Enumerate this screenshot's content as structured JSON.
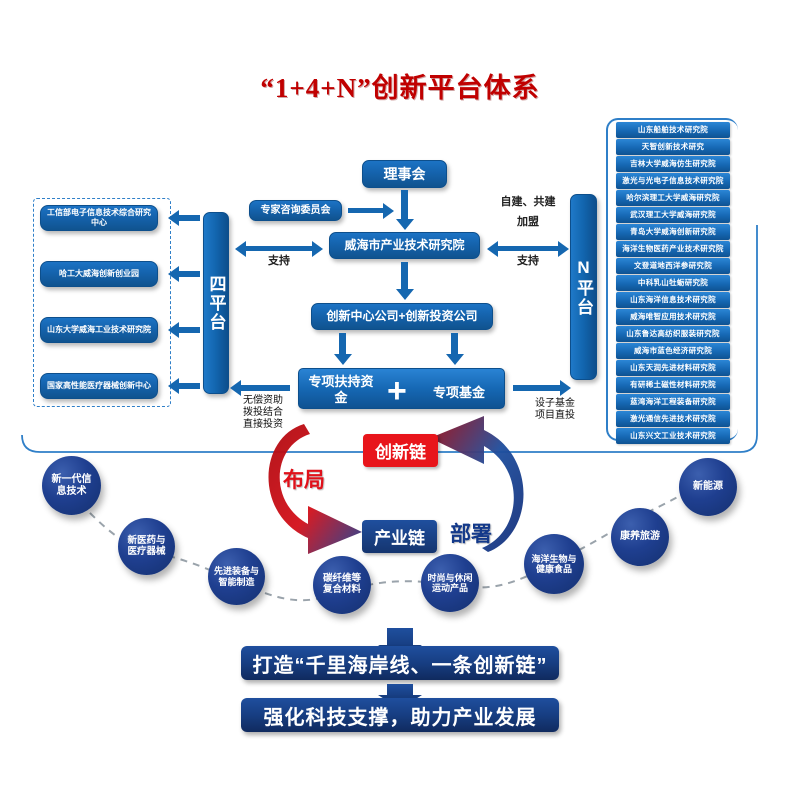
{
  "title": "“1+4+N”创新平台体系",
  "four_platform": {
    "label": "四平台",
    "items": [
      {
        "label": "工信部电子信息技术综合研究中心"
      },
      {
        "label": "哈工大威海创新创业园"
      },
      {
        "label": "山东大学威海工业技术研究院"
      },
      {
        "label": "国家高性能医疗器械创新中心"
      }
    ]
  },
  "n_platform": {
    "label": "N平台",
    "items": [
      {
        "label": "山东船舶技术研究院"
      },
      {
        "label": "天智创新技术研究"
      },
      {
        "label": "吉林大学威海仿生研究院"
      },
      {
        "label": "激光与光电子信息技术研究院"
      },
      {
        "label": "哈尔滨理工大学威海研究院"
      },
      {
        "label": "武汉理工大学威海研究院"
      },
      {
        "label": "青岛大学威海创新研究院"
      },
      {
        "label": "海洋生物医药产业技术研究院"
      },
      {
        "label": "文登道地西洋参研究院"
      },
      {
        "label": "中科乳山牡蛎研究院"
      },
      {
        "label": "山东海洋信息技术研究院"
      },
      {
        "label": "威海唯智应用技术研究院"
      },
      {
        "label": "山东鲁达高纺织服装研究院"
      },
      {
        "label": "威海市蓝色经济研究院"
      },
      {
        "label": "山东天润先进材料研究院"
      },
      {
        "label": "有研稀土磁性材料研究院"
      },
      {
        "label": "蓝湾海洋工程装备研究院"
      },
      {
        "label": "激光通信先进技术研究院"
      },
      {
        "label": "山东兴文工业技术研究院"
      }
    ]
  },
  "center": {
    "council": "理事会",
    "advisory": "专家咨询委员会",
    "institute": "威海市产业技术研究院",
    "companies": "创新中心公司+创新投资公司",
    "fund_left": "专项扶持资金",
    "plus": "+",
    "fund_right": "专项基金"
  },
  "annotations": {
    "support_left": "支持",
    "support_right": "支持",
    "build_modes_line1": "自建、共建",
    "build_modes_line2": "加盟",
    "left_funding_line1": "无偿资助",
    "left_funding_line2": "拨投结合",
    "left_funding_line3": "直接投资",
    "right_funding_line1": "设子基金",
    "right_funding_line2": "项目直投"
  },
  "chain": {
    "innovation_chain": "创新链",
    "industry_chain": "产业链",
    "layout_word": "布局",
    "deploy_word": "部署"
  },
  "industries": [
    {
      "label_line1": "新一代信",
      "label_line2": "息技术"
    },
    {
      "label_line1": "新医药与",
      "label_line2": "医疗器械"
    },
    {
      "label_line1": "先进装备与",
      "label_line2": "智能制造"
    },
    {
      "label_line1": "碳纤维等",
      "label_line2": "复合材料"
    },
    {
      "label_line1": "时尚与休闲",
      "label_line2": "运动产品"
    },
    {
      "label_line1": "海洋生物与",
      "label_line2": "健康食品"
    },
    {
      "label_line1": "康养旅游",
      "label_line2": ""
    },
    {
      "label_line1": "新能源",
      "label_line2": ""
    }
  ],
  "banners": {
    "banner1": "打造“千里海岸线、一条创新链”",
    "banner2": "强化科技支撑，助力产业发展"
  },
  "colors": {
    "title_red": "#c00000",
    "box_blue": "#1568b2",
    "chain_red": "#e8151b",
    "chain_blue": "#1f4f9e",
    "bubble_blue": "#1f3f90"
  }
}
